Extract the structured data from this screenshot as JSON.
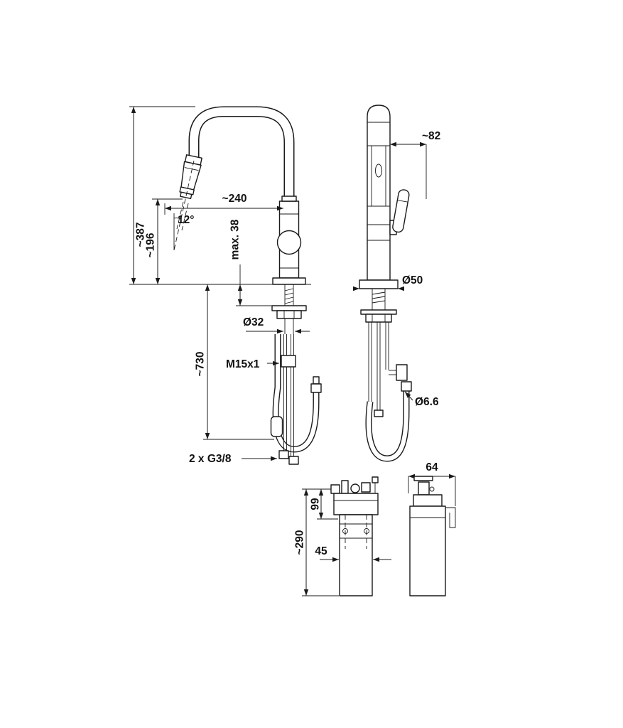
{
  "colors": {
    "line": "#1a1a1a",
    "background": "#ffffff",
    "text": "#111111"
  },
  "views": {
    "side": {
      "dims": {
        "total_height": "~387",
        "outlet_height": "~196",
        "spray_angle": "12°",
        "spout_reach": "~240",
        "max_deck_thickness": "max. 38",
        "mounting_hole": "Ø32",
        "hose_length": "~730",
        "hose_thread": "M15x1",
        "supply_connections": "2 x G3/8"
      }
    },
    "front": {
      "dims": {
        "handle_offset": "~82",
        "base_diameter": "Ø50",
        "bypass_hole": "Ø6.6"
      }
    },
    "filter": {
      "dims": {
        "head_height": "99",
        "total_height": "~290",
        "body_width": "45",
        "cartridge_width": "64"
      }
    }
  }
}
